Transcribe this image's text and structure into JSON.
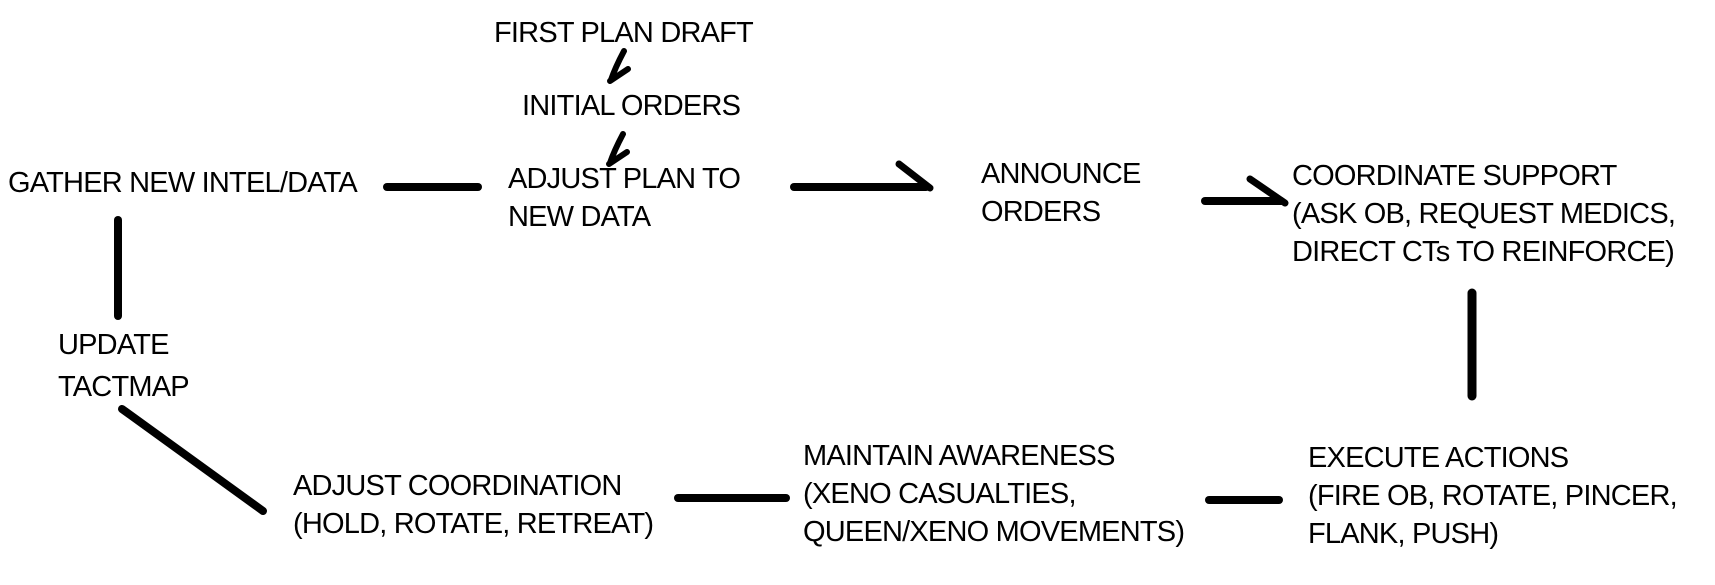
{
  "diagram": {
    "type": "flowchart",
    "colors": {
      "ink": "#000000",
      "background": "#ffffff"
    },
    "nodes": {
      "first_plan_draft": {
        "lines": [
          "FIRST PLAN DRAFT"
        ]
      },
      "initial_orders": {
        "lines": [
          "INITIAL ORDERS"
        ]
      },
      "adjust_plan": {
        "lines": [
          "ADJUST PLAN TO",
          "NEW DATA"
        ]
      },
      "gather_intel": {
        "lines": [
          "GATHER NEW INTEL/DATA"
        ]
      },
      "announce_orders": {
        "lines": [
          "ANNOUNCE",
          "ORDERS"
        ]
      },
      "coordinate_support": {
        "lines": [
          "COORDINATE SUPPORT",
          "(ASK OB, REQUEST MEDICS,",
          "DIRECT CTs TO REINFORCE)"
        ]
      },
      "execute_actions": {
        "lines": [
          "EXECUTE ACTIONS",
          "(FIRE OB, ROTATE, PINCER,",
          "FLANK, PUSH)"
        ]
      },
      "maintain_awareness": {
        "lines": [
          "MAINTAIN AWARENESS",
          "(XENO CASUALTIES,",
          "QUEEN/XENO MOVEMENTS)"
        ]
      },
      "adjust_coordination": {
        "lines": [
          "ADJUST COORDINATION",
          "(HOLD, ROTATE, RETREAT)"
        ]
      },
      "update_tactmap": {
        "lines": [
          "UPDATE",
          "TACTMAP"
        ]
      }
    },
    "edges": [
      {
        "from": "first_plan_draft",
        "to": "initial_orders",
        "style": "arrow-down"
      },
      {
        "from": "initial_orders",
        "to": "adjust_plan",
        "style": "arrow-down"
      },
      {
        "from": "gather_intel",
        "to": "adjust_plan",
        "style": "line"
      },
      {
        "from": "adjust_plan",
        "to": "announce_orders",
        "style": "arrow-right"
      },
      {
        "from": "announce_orders",
        "to": "coordinate_support",
        "style": "arrow-right"
      },
      {
        "from": "coordinate_support",
        "to": "execute_actions",
        "style": "line"
      },
      {
        "from": "execute_actions",
        "to": "maintain_awareness",
        "style": "line"
      },
      {
        "from": "maintain_awareness",
        "to": "adjust_coordination",
        "style": "line"
      },
      {
        "from": "adjust_coordination",
        "to": "update_tactmap",
        "style": "line"
      },
      {
        "from": "update_tactmap",
        "to": "gather_intel",
        "style": "line"
      }
    ]
  }
}
